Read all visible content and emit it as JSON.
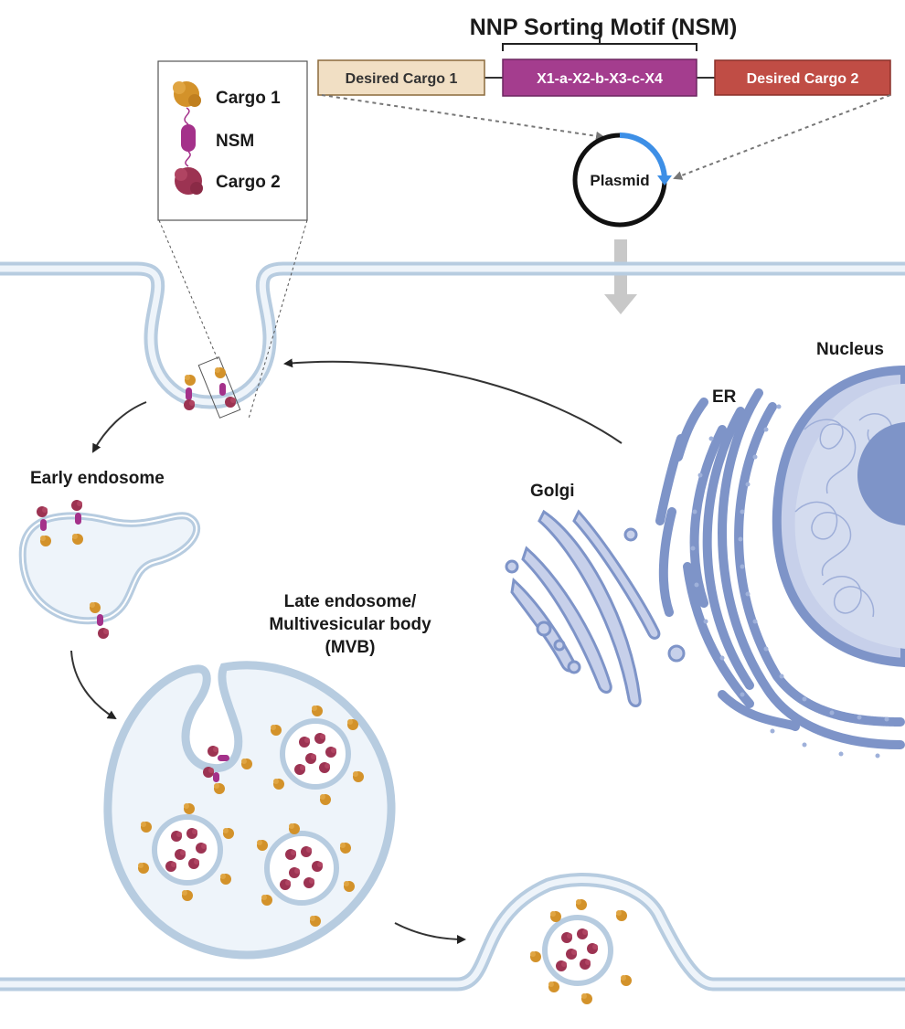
{
  "title": "NNP Sorting Motif (NSM)",
  "construct": {
    "cargo1_label": "Desired Cargo 1",
    "motif_label": "X1-a-X2-b-X3-c-X4",
    "cargo2_label": "Desired Cargo 2",
    "plasmid_label": "Plasmid"
  },
  "legend": {
    "items": [
      {
        "label": "Cargo 1",
        "icon": "cargo1-icon"
      },
      {
        "label": "NSM",
        "icon": "nsm-icon"
      },
      {
        "label": "Cargo 2",
        "icon": "cargo2-icon"
      }
    ]
  },
  "labels": {
    "early_endosome": "Early endosome",
    "late_endosome_1": "Late endosome/",
    "late_endosome_2": "Multivesicular body",
    "late_endosome_3": "(MVB)",
    "golgi": "Golgi",
    "er": "ER",
    "nucleus": "Nucleus"
  },
  "colors": {
    "membrane": "#b7cce0",
    "membrane_inner": "#eef4fa",
    "cargo1": "#d3922a",
    "nsm": "#a4318a",
    "cargo2": "#9c3352",
    "organelle": "#7e94c8",
    "organelle_fill": "#c7d0ea",
    "cargo1_box": "#f1dfc4",
    "motif_box": "#a43d8e",
    "cargo2_box": "#c04d45",
    "plasmid_arc": "#3d8fe6"
  }
}
